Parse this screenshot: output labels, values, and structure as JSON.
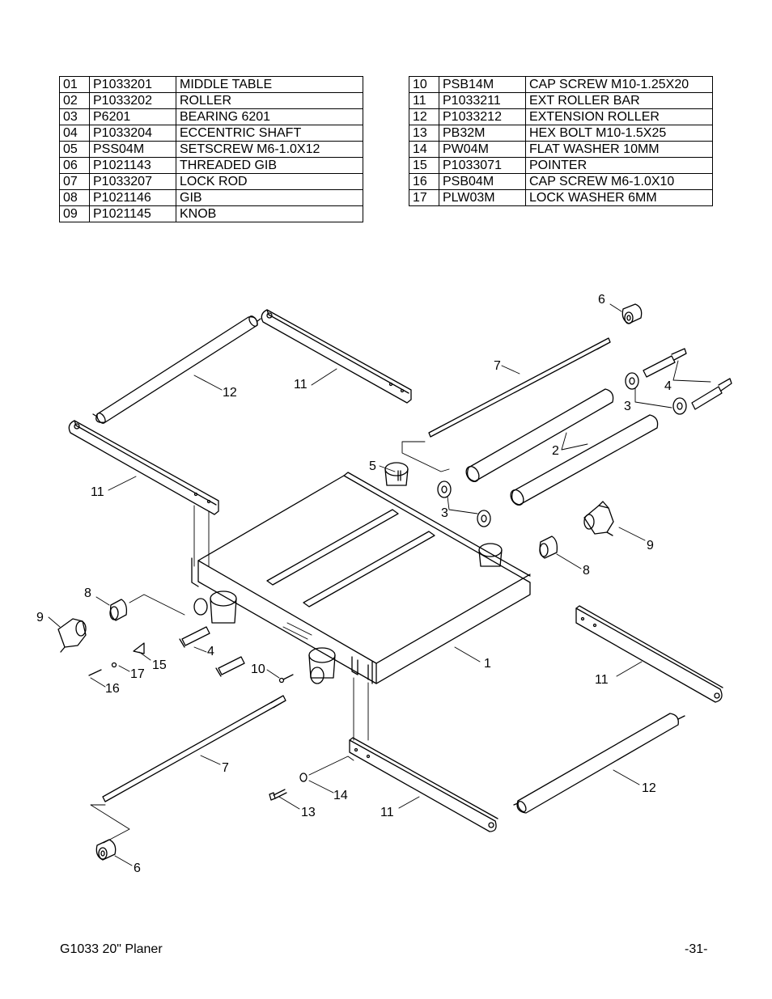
{
  "parts_left": [
    {
      "ref": "01",
      "part": "P1033201",
      "desc": "MIDDLE TABLE"
    },
    {
      "ref": "02",
      "part": "P1033202",
      "desc": "ROLLER"
    },
    {
      "ref": "03",
      "part": "P6201",
      "desc": "BEARING 6201"
    },
    {
      "ref": "04",
      "part": "P1033204",
      "desc": "ECCENTRIC SHAFT"
    },
    {
      "ref": "05",
      "part": "PSS04M",
      "desc": "SETSCREW M6-1.0X12"
    },
    {
      "ref": "06",
      "part": "P1021143",
      "desc": "THREADED GIB"
    },
    {
      "ref": "07",
      "part": "P1033207",
      "desc": "LOCK ROD"
    },
    {
      "ref": "08",
      "part": "P1021146",
      "desc": "GIB"
    },
    {
      "ref": "09",
      "part": "P1021145",
      "desc": "KNOB"
    }
  ],
  "parts_right": [
    {
      "ref": "10",
      "part": "PSB14M",
      "desc": "CAP SCREW M10-1.25X20"
    },
    {
      "ref": "11",
      "part": "P1033211",
      "desc": "EXT ROLLER BAR"
    },
    {
      "ref": "12",
      "part": "P1033212",
      "desc": "EXTENSION ROLLER"
    },
    {
      "ref": "13",
      "part": "PB32M",
      "desc": "HEX BOLT M10-1.5X25"
    },
    {
      "ref": "14",
      "part": "PW04M",
      "desc": "FLAT WASHER 10MM"
    },
    {
      "ref": "15",
      "part": "P1033071",
      "desc": "POINTER"
    },
    {
      "ref": "16",
      "part": "PSB04M",
      "desc": "CAP SCREW M6-1.0X10"
    },
    {
      "ref": "17",
      "part": "PLW03M",
      "desc": "LOCK WASHER 6MM"
    }
  ],
  "callouts": [
    "6",
    "7",
    "4",
    "3",
    "12",
    "11",
    "2",
    "5",
    "3",
    "11",
    "9",
    "8",
    "8",
    "9",
    "15",
    "17",
    "16",
    "4",
    "10",
    "1",
    "11",
    "7",
    "14",
    "13",
    "11",
    "12",
    "6"
  ],
  "footer": {
    "left": "G1033 20\" Planer",
    "right": "-31-"
  }
}
